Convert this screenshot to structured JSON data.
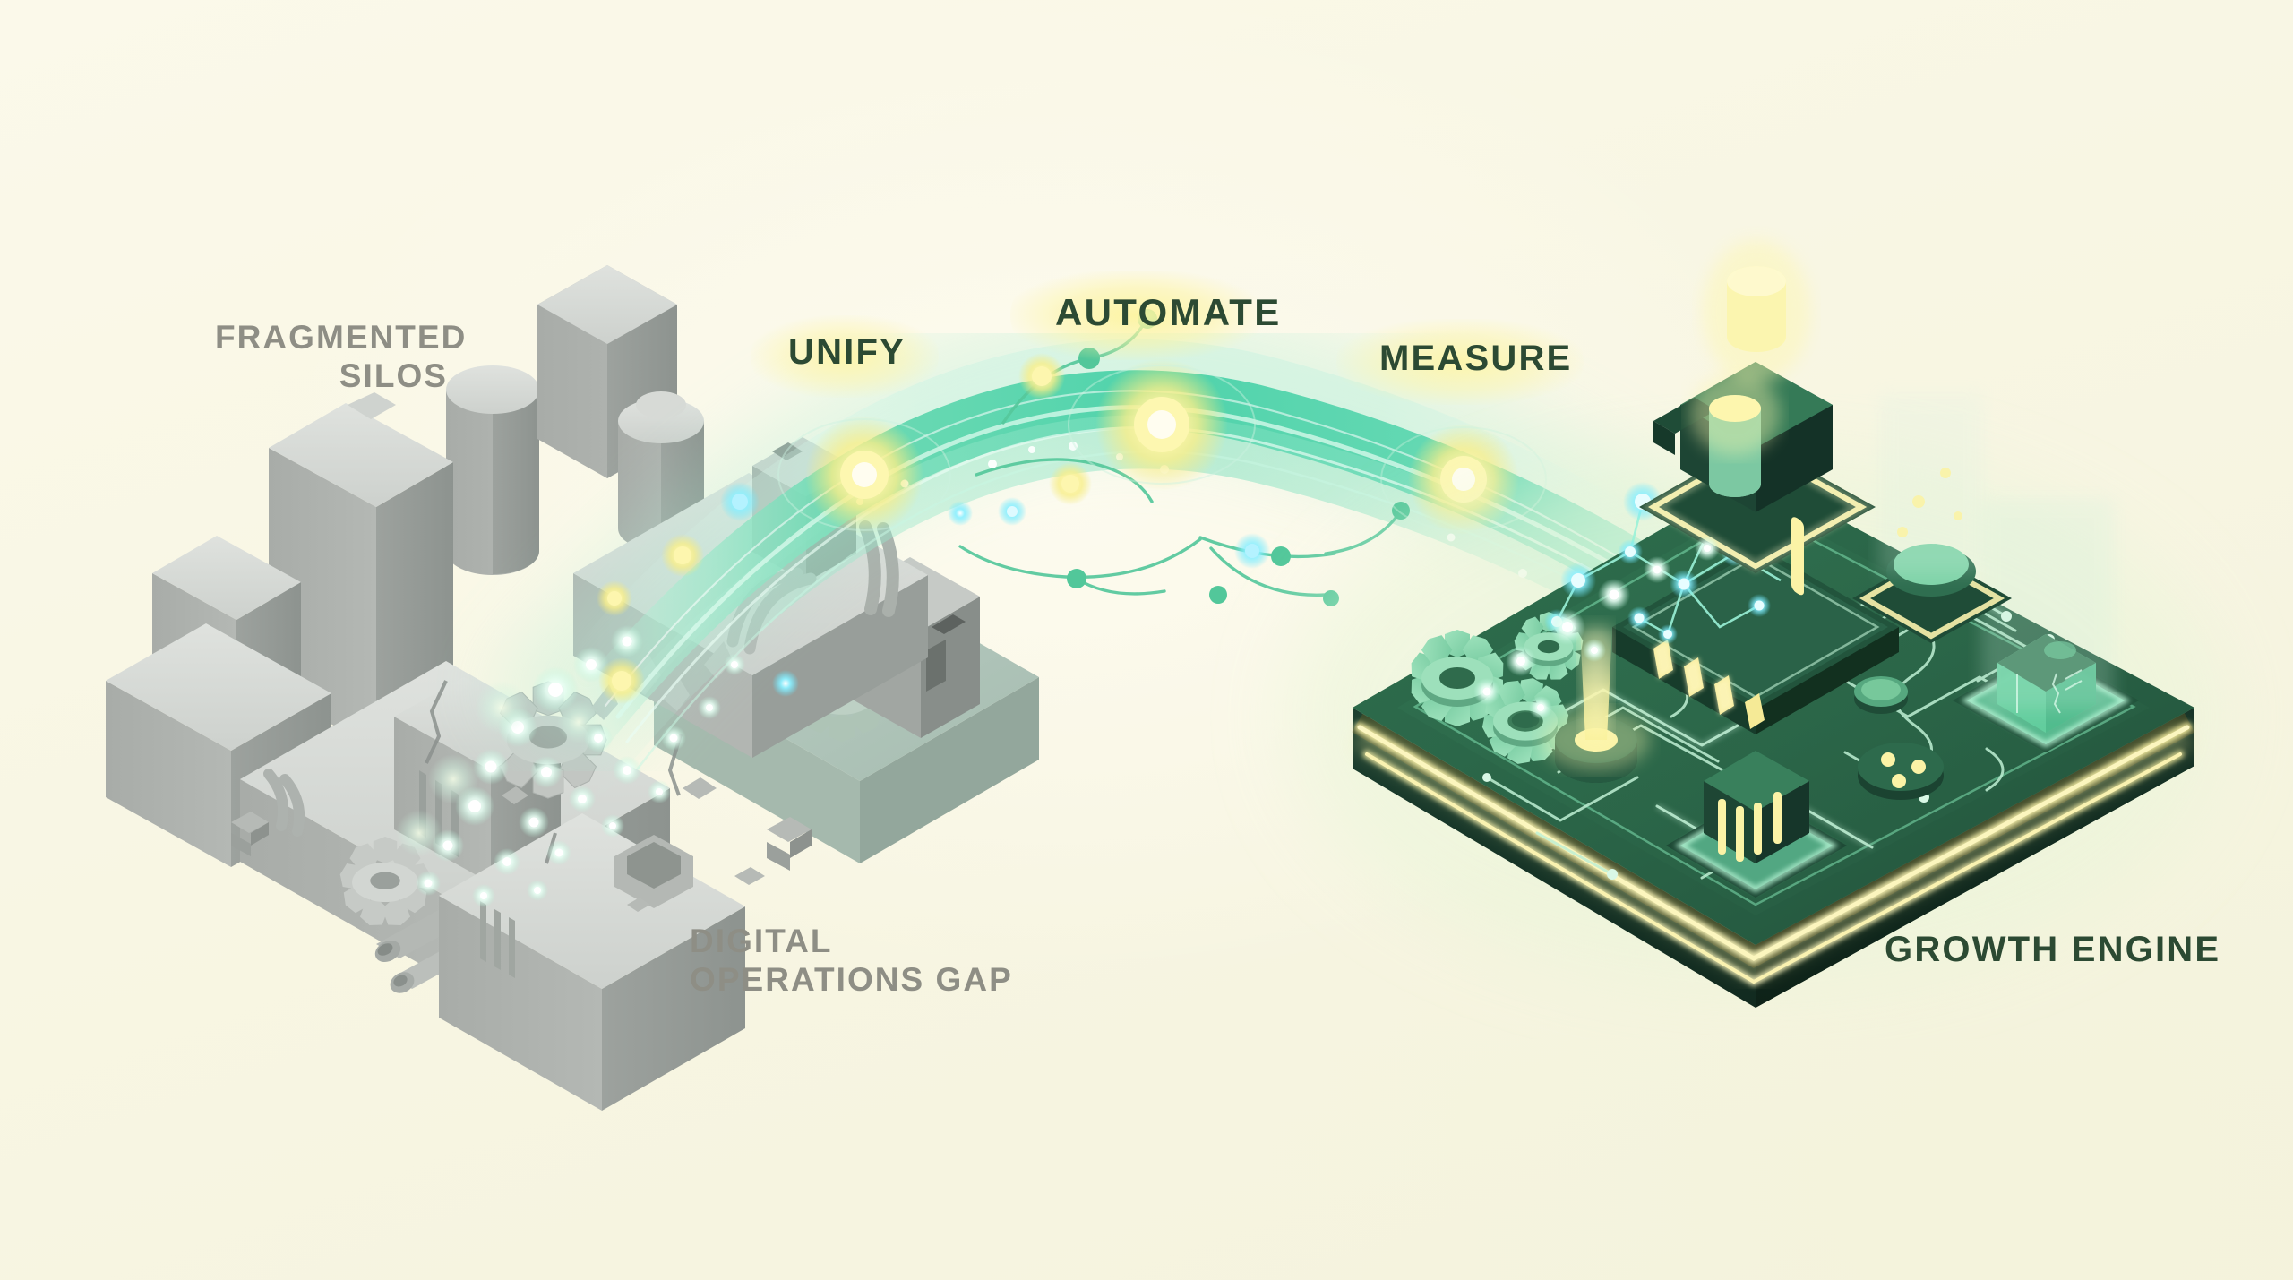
{
  "scene": {
    "title": "Digital transformation bridge infographic",
    "background_color": "#faf8e6"
  },
  "labels": {
    "fragmented_silos": "FRAGMENTED\nSILOS",
    "fragmented_silos_line1": "FRAGMENTED",
    "fragmented_silos_line2": "SILOS",
    "digital_operations_gap_line1": "DIGITAL",
    "digital_operations_gap_line2": "OPERATIONS GAP",
    "unify": "UNIFY",
    "automate": "AUTOMATE",
    "measure": "MEASURE",
    "growth_engine": "GROWTH ENGINE"
  },
  "colors": {
    "background": "#faf8e6",
    "label_gray": "#8e8e85",
    "label_green": "#2c4a33",
    "label_glow": "#fdf4a0",
    "bridge_teal": "#5fd9b0",
    "bridge_teal_light": "#a8eed3",
    "node_yellow": "#fbf39a",
    "board_green_top": "#2f6b4c",
    "board_green_dark": "#1d4330",
    "board_edge_glow": "#f3eda0",
    "rubble_gray": "#b9bcb8",
    "rubble_gray_dark": "#9aa09c",
    "hologram_mint": "#7fe3b0"
  },
  "stages": [
    {
      "id": "unify",
      "label": "UNIFY",
      "order": 1
    },
    {
      "id": "automate",
      "label": "AUTOMATE",
      "order": 2
    },
    {
      "id": "measure",
      "label": "MEASURE",
      "order": 3
    }
  ],
  "regions": [
    {
      "id": "fragmented-silos",
      "label": "FRAGMENTED SILOS",
      "side": "left",
      "style": "gray-rubble"
    },
    {
      "id": "digital-operations-gap",
      "label": "DIGITAL OPERATIONS GAP",
      "side": "left-bottom",
      "style": "gray-rubble"
    },
    {
      "id": "growth-engine",
      "label": "GROWTH ENGINE",
      "side": "right",
      "style": "green-circuit-board"
    }
  ],
  "bridge": {
    "description": "Glowing teal data bridge arcing from fragmented silos to growth engine",
    "node_count": 3
  }
}
